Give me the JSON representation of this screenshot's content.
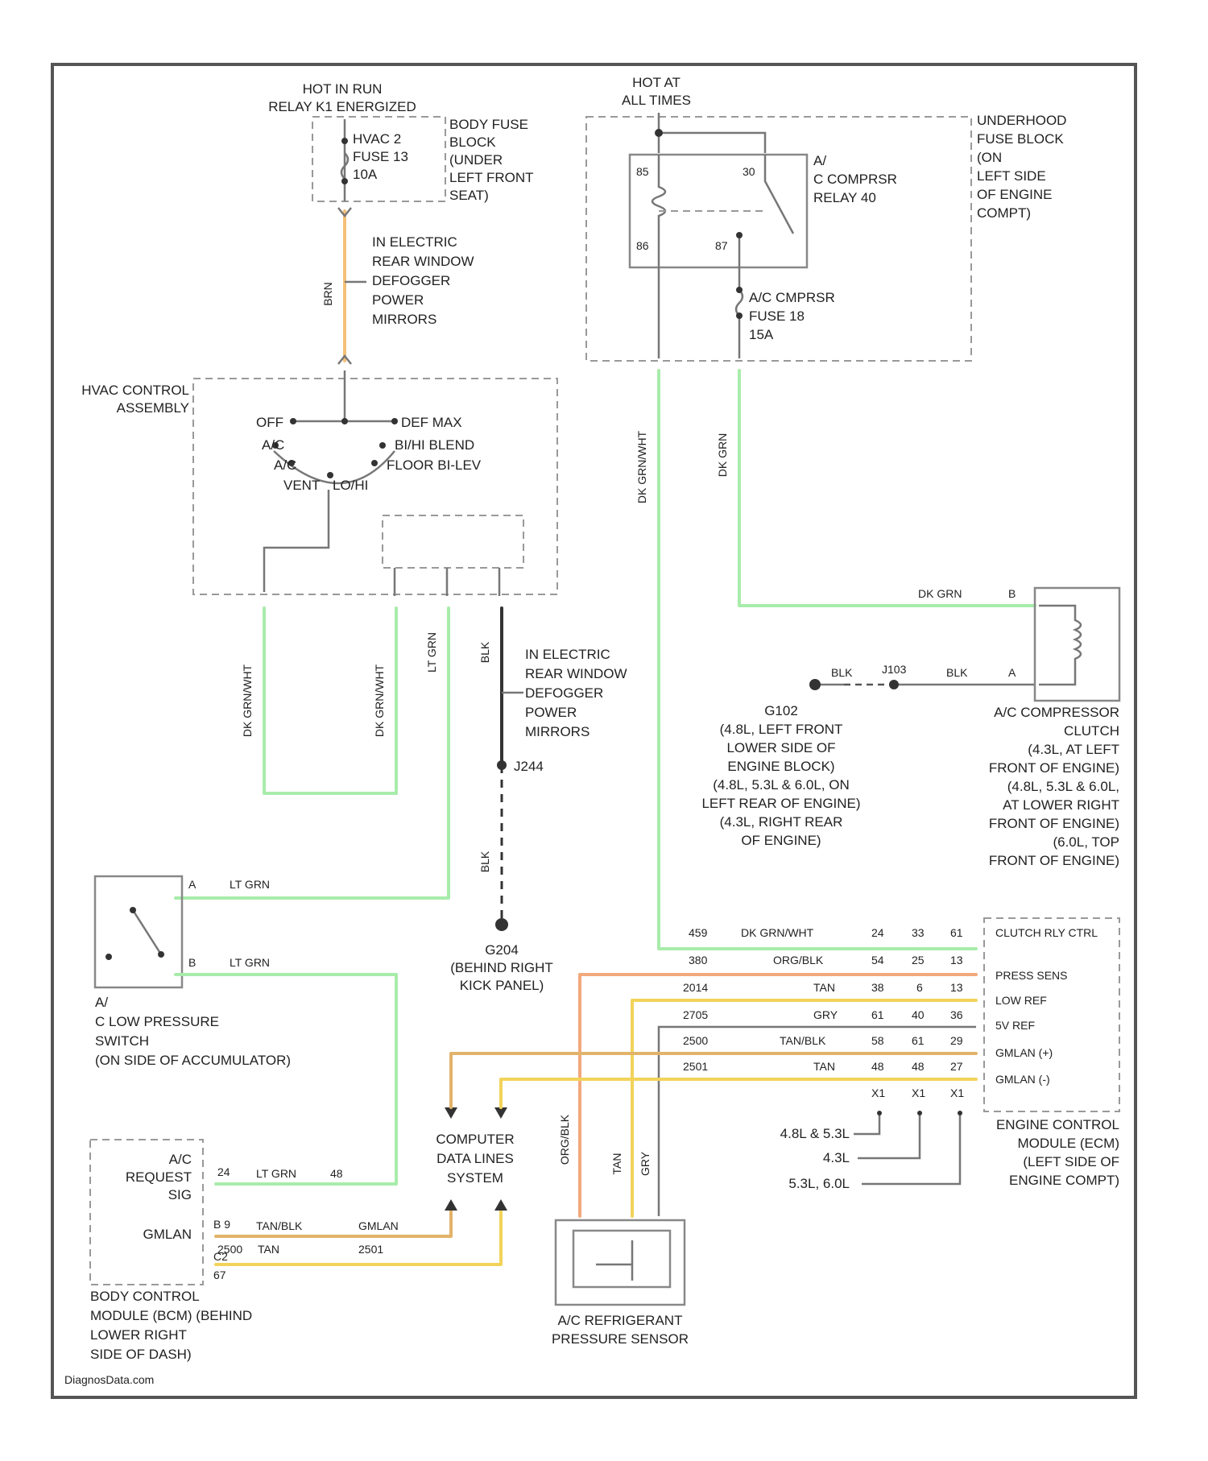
{
  "colors": {
    "orange": "#f5c078",
    "green": "#a8ecab",
    "gray": "#8a8a8a",
    "yellow": "#f2d35a",
    "tan": "#e2b36a",
    "salmon": "#f2a97c",
    "black": "#333333"
  },
  "labels": {
    "hot_in_run": [
      "HOT IN RUN",
      "RELAY K1 ENERGIZED"
    ],
    "hvac_fuse": [
      "HVAC 2",
      "FUSE 13",
      "10A"
    ],
    "body_fuse_block": [
      "BODY FUSE",
      "BLOCK",
      "(UNDER",
      "LEFT FRONT",
      "SEAT)"
    ],
    "to_defogger_top": [
      "IN ELECTRIC",
      "REAR WINDOW",
      "DEFOGGER",
      "POWER",
      "MIRRORS"
    ],
    "wire_brn": "BRN",
    "hot_at_all_times": [
      "HOT AT",
      "ALL TIMES"
    ],
    "ac_relay": [
      "A/",
      "C COMPRSR",
      "RELAY 40"
    ],
    "underhood_fuse_block": [
      "UNDERHOOD",
      "FUSE BLOCK",
      "(ON",
      "LEFT SIDE",
      "OF ENGINE",
      "COMPT)"
    ],
    "ac_fuse": [
      "A/C CMPRSR",
      "FUSE 18",
      "15A"
    ],
    "relay_pins": [
      "85",
      "30",
      "86",
      "87"
    ],
    "hvac_control": [
      "HVAC CONTROL",
      "ASSEMBLY"
    ],
    "switch_positions": [
      "OFF",
      "A/C",
      "A/C",
      "VENT",
      "LO/HI",
      "DEF MAX",
      "BI/HI BLEND",
      "FLOOR BI-LEV"
    ],
    "wire_dk_grn_wht_1": "DK GRN/WHT",
    "wire_dk_grn_wht_2": "DK GRN/WHT",
    "wire_lt_grn_1": "LT GRN",
    "wire_blk_1": "BLK",
    "to_defogger_mid": [
      "IN ELECTRIC",
      "REAR WINDOW",
      "DEFOGGER",
      "POWER",
      "MIRRORS"
    ],
    "splice_j": "J244",
    "wire_blk_2": "BLK",
    "ground_g": [
      "G204",
      "(BEHIND RIGHT",
      "KICK PANEL)"
    ],
    "wire_dk_grn_wht_main": "DK GRN/WHT",
    "wire_dk_grn": "DK GRN",
    "wire_dk_grn_h": "DK GRN",
    "pin_b": "B",
    "wire_blk_h1": "BLK",
    "wire_blk_h2": "BLK",
    "splice_ground": "J103",
    "pin_a": "A",
    "ground_g102": [
      "G102",
      "(4.8L, LEFT FRONT",
      "LOWER SIDE OF",
      "ENGINE BLOCK)",
      "(4.8L, 5.3L & 6.0L, ON",
      "LEFT REAR OF ENGINE)",
      "(4.3L, RIGHT REAR",
      "OF ENGINE)"
    ],
    "ac_clutch": [
      "A/C COMPRESSOR",
      "CLUTCH",
      "(4.3L, AT LEFT",
      "FRONT OF ENGINE)",
      "(4.8L, 5.3L & 6.0L,",
      "AT LOWER RIGHT",
      "FRONT OF ENGINE)",
      "(6.0L, TOP",
      "FRONT OF ENGINE)"
    ],
    "low_press_pin_a": "A",
    "low_press_pin_b": "B",
    "wire_lt_grn_2": "LT GRN",
    "wire_lt_grn_3": "LT GRN",
    "low_press_switch": [
      "A/",
      "C LOW PRESSURE",
      "SWITCH",
      "(ON SIDE OF ACCUMULATOR)"
    ],
    "bcm_request": [
      "A/C",
      "REQUEST",
      "SIG"
    ],
    "bcm_gmlan": "GMLAN",
    "bcm_pins": [
      "24",
      "B 9",
      "C2",
      "67"
    ],
    "bcm_circuit_lt_grn": "LT GRN",
    "bcm_circuit_num": "48",
    "bcm_tan_blk": "TAN/BLK",
    "bcm_gmlan_r": "GMLAN",
    "bcm_2500": "2500",
    "bcm_tan": "TAN",
    "bcm_2501": "2501",
    "bcm": [
      "BODY CONTROL",
      "MODULE (BCM) (BEHIND",
      "LOWER RIGHT",
      "SIDE OF DASH)"
    ],
    "computer_data": [
      "COMPUTER",
      "DATA LINES",
      "SYSTEM"
    ],
    "ecm_circuits": [
      {
        "num": "459",
        "color": "DK GRN/WHT",
        "p1": "24",
        "p2": "33",
        "p3": "61",
        "sig": "CLUTCH RLY CTRL"
      },
      {
        "num": "380",
        "color": "ORG/BLK",
        "p1": "54",
        "p2": "25",
        "p3": "13",
        "sig": "PRESS SENS"
      },
      {
        "num": "2014",
        "color": "TAN",
        "p1": "38",
        "p2": "6",
        "p3": "13",
        "sig": "LOW REF"
      },
      {
        "num": "2705",
        "color": "GRY",
        "p1": "61",
        "p2": "40",
        "p3": "36",
        "sig": "5V REF"
      },
      {
        "num": "2500",
        "color": "TAN/BLK",
        "p1": "58",
        "p2": "61",
        "p3": "29",
        "sig": "GMLAN (+)"
      },
      {
        "num": "2501",
        "color": "TAN",
        "p1": "48",
        "p2": "48",
        "p3": "27",
        "sig": "GMLAN (-)"
      }
    ],
    "ecm_bottom_pins": [
      "X1",
      "X1",
      "X1"
    ],
    "engine_variants": [
      "4.8L & 5.3L",
      "4.3L",
      "5.3L, 6.0L"
    ],
    "ecm": [
      "ENGINE CONTROL",
      "MODULE (ECM)",
      "(LEFT SIDE OF",
      "ENGINE COMPT)"
    ],
    "sensor_wires": [
      "ORG/BLK",
      "TAN",
      "GRY"
    ],
    "pressure_sensor": [
      "A/C REFRIGERANT",
      "PRESSURE SENSOR"
    ],
    "watermark": "DiagnosData.com"
  }
}
